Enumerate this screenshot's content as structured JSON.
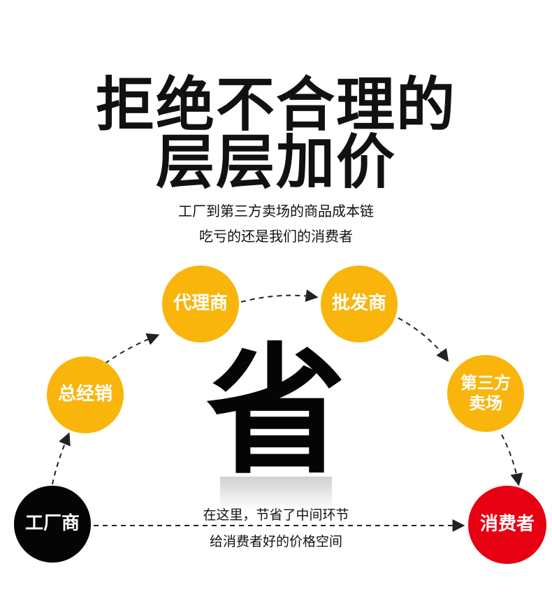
{
  "title": {
    "line1": "拒绝不合理的",
    "line2": "层层加价"
  },
  "subtitle": {
    "line1": "工厂到第三方卖场的商品成本链",
    "line2": "吃亏的还是我们的消费者"
  },
  "nodes": {
    "factory": "工厂商",
    "general_distributor": "总经销",
    "agent": "代理商",
    "wholesaler": "批发商",
    "third_party_mall_line1": "第三方",
    "third_party_mall_line2": "卖场",
    "consumer": "消费者"
  },
  "center_char": "省",
  "note": {
    "line1": "在这里，节省了中间环节",
    "line2": "给消费者好的价格空间"
  },
  "colors": {
    "yellow": "#f9b50c",
    "black": "#050505",
    "red": "#e60012"
  }
}
